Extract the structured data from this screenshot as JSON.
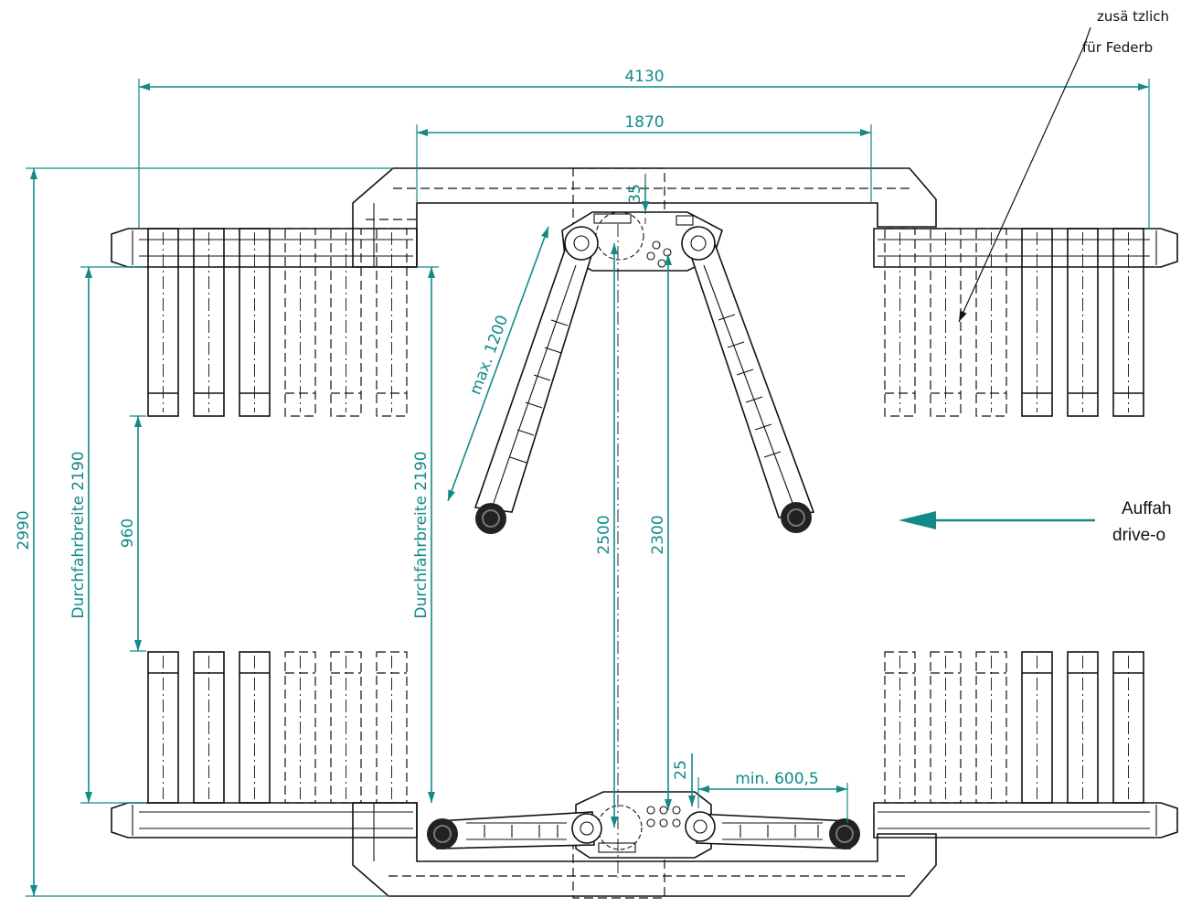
{
  "dimensions": {
    "overall_width": "4130",
    "inner_width": "1870",
    "overall_length": "2990",
    "drive_width_left": "Durchfahrbreite 2190",
    "drive_width_center": "Durchfahrbreite 2190",
    "gap": "960",
    "arm_reach": "max. 1200",
    "offset_top": "35",
    "length_2500": "2500",
    "length_2300": "2300",
    "offset_bottom": "25",
    "arm_min": "min. 600,5"
  },
  "notes": {
    "top_right_line1": "zusä tzlich",
    "top_right_line2": "für Federb"
  },
  "drive_direction": {
    "line1": "Auffah",
    "line2": "drive-o"
  },
  "colors": {
    "dimension": "#118a88",
    "outline": "#111111"
  }
}
